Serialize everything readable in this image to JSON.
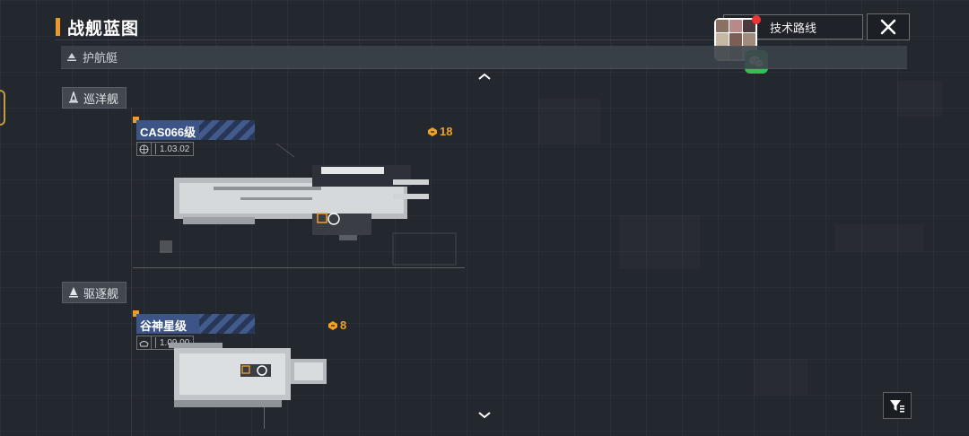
{
  "header": {
    "title": "战舰蓝图",
    "tech_route_label": "技术路线"
  },
  "category": {
    "label": "护航艇"
  },
  "sections": [
    {
      "label": "巡洋舰",
      "ship": {
        "name": "CAS066级",
        "meta_value": "1.03.02",
        "cost": "18"
      }
    },
    {
      "label": "驱逐舰",
      "ship": {
        "name": "谷神星级",
        "meta_value": "1.09.00",
        "cost": "8"
      }
    }
  ],
  "colors": {
    "accent_orange": "#f39a24",
    "name_bar_blue": "#3c5486",
    "background": "#23272e"
  },
  "icons": [
    "close-icon",
    "ship-class-icon",
    "chevron-up-icon",
    "chevron-down-icon",
    "filter-icon",
    "wechat-icon",
    "cost-icon"
  ]
}
